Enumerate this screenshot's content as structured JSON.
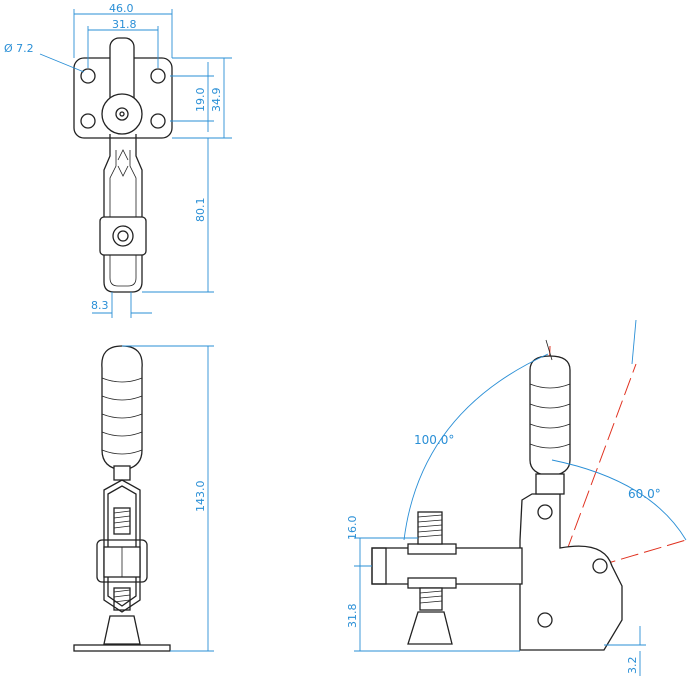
{
  "colors": {
    "dimension": "#2a8fd6",
    "outline": "#222222",
    "centerline": "#e0301e",
    "background": "#ffffff"
  },
  "dimensions": {
    "width_overall": "46.0",
    "hole_spacing_x": "31.8",
    "hole_diameter": "Ø 7.2",
    "hole_spacing_y": "19.0",
    "base_length": "34.9",
    "handle_length": "80.1",
    "offset": "8.3",
    "height_overall": "143.0",
    "spindle_height": "16.0",
    "bar_height": "31.8",
    "base_thickness": "3.2",
    "open_angle": "100.0°",
    "handle_angle": "60.0°"
  }
}
